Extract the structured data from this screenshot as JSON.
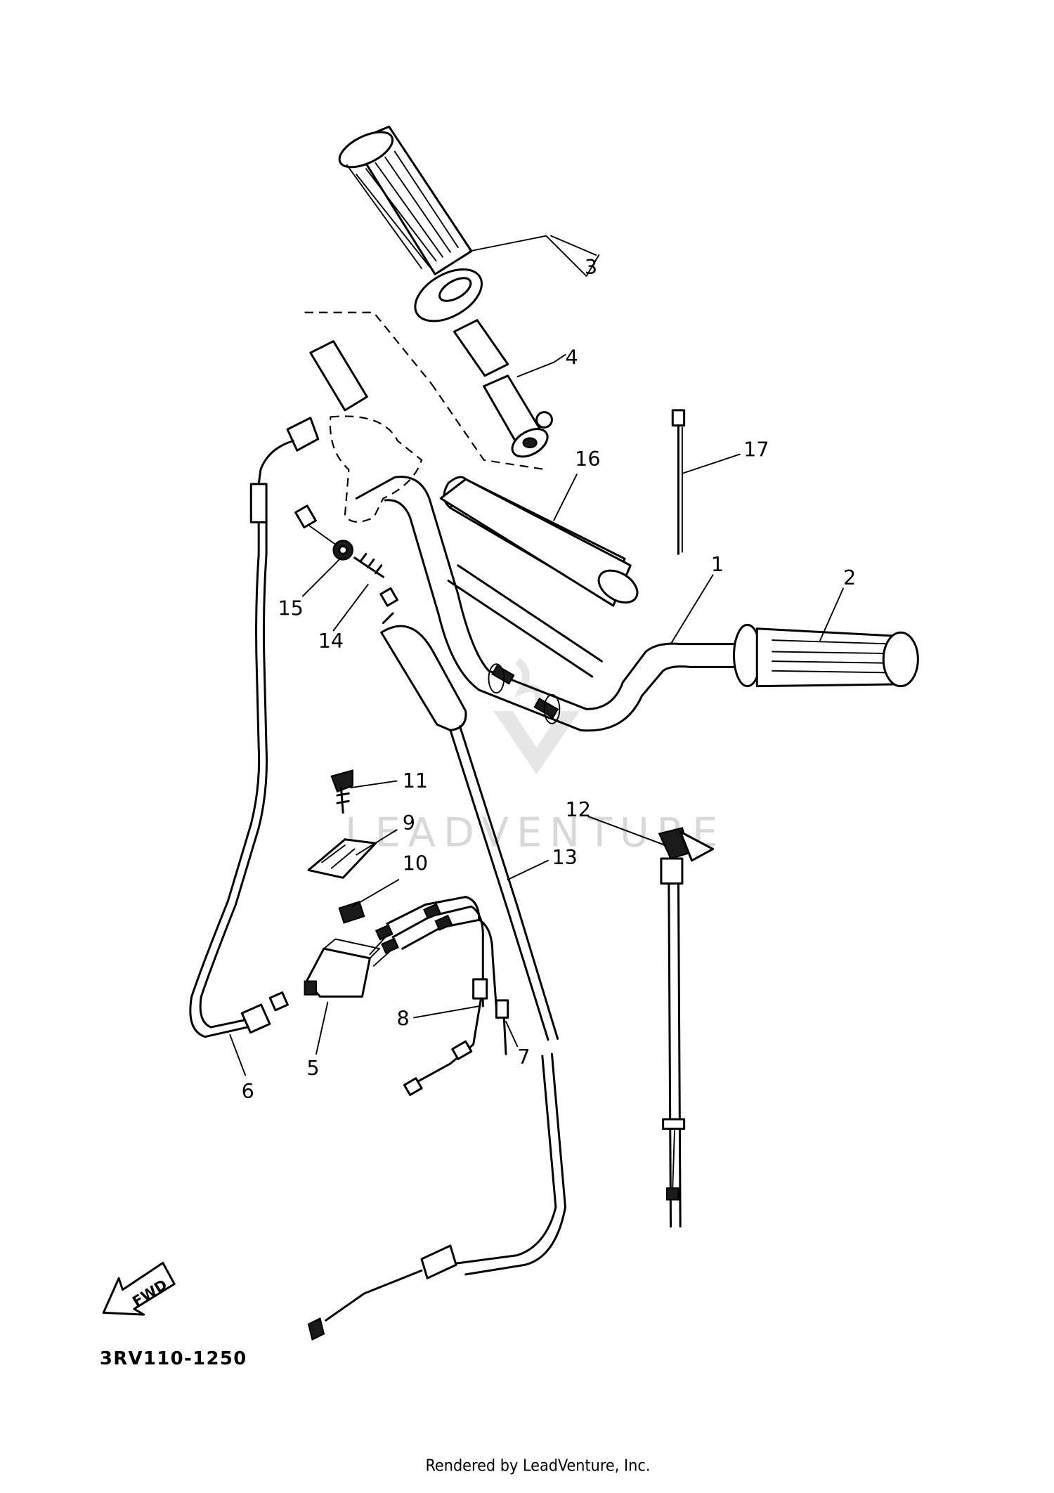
{
  "diagram_code": "3RV110-1250",
  "credit": "Rendered by LeadVenture, Inc.",
  "watermark": "LEADVENTURE",
  "fwd_label": "FWD",
  "callouts": [
    {
      "id": "1",
      "label": "1"
    },
    {
      "id": "2",
      "label": "2"
    },
    {
      "id": "3",
      "label": "3"
    },
    {
      "id": "4",
      "label": "4"
    },
    {
      "id": "5",
      "label": "5"
    },
    {
      "id": "6",
      "label": "6"
    },
    {
      "id": "7",
      "label": "7"
    },
    {
      "id": "8",
      "label": "8"
    },
    {
      "id": "9",
      "label": "9"
    },
    {
      "id": "10",
      "label": "10"
    },
    {
      "id": "11",
      "label": "11"
    },
    {
      "id": "12",
      "label": "12"
    },
    {
      "id": "13",
      "label": "13"
    },
    {
      "id": "14",
      "label": "14"
    },
    {
      "id": "15",
      "label": "15"
    },
    {
      "id": "16",
      "label": "16"
    },
    {
      "id": "17",
      "label": "17"
    }
  ]
}
